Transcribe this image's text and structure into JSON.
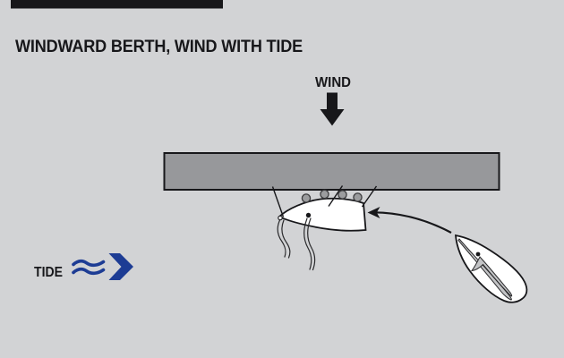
{
  "title": "WINDWARD BERTH, WIND WITH TIDE",
  "wind": {
    "label": "WIND"
  },
  "tide": {
    "label": "TIDE"
  },
  "scene": {
    "fender_count": 4,
    "moored_boats": 1,
    "approaching_boats": 1,
    "mooring_lines": 3,
    "hanging_warps": 2
  },
  "colors": {
    "background": "#d2d3d5",
    "ink": "#17171a",
    "dock": "#97989b",
    "fender": "#9b9c9e",
    "hull": "#ffffff",
    "sail": "#c3c4c6",
    "tide_blue": "#1d3c94"
  }
}
